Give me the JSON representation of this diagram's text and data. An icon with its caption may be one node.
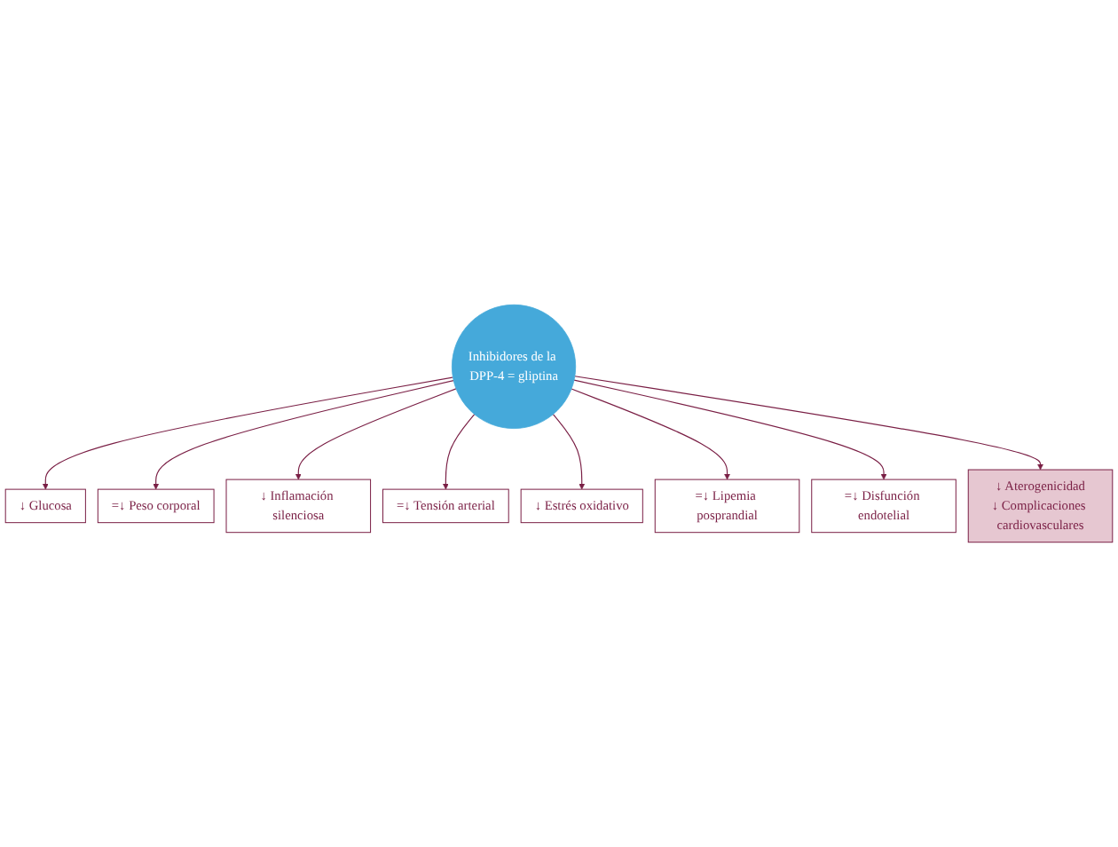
{
  "diagram": {
    "nodes": [
      {
        "text": [
          "Inhibidores de la DPP-4 = gliptina"
        ]
      },
      {
        "text": [
          "↓ Glucosa"
        ]
      },
      {
        "text": [
          "=↓ Peso corporal"
        ]
      },
      {
        "text": [
          "↓ Inflamación silenciosa"
        ]
      },
      {
        "text": [
          "=↓ Tensión arterial"
        ]
      },
      {
        "text": [
          "↓ Estrés oxidativo"
        ]
      },
      {
        "text": [
          "=↓ Lipemia posprandial"
        ]
      },
      {
        "text": [
          "=↓ Disfunción endotelial"
        ]
      },
      {
        "text": [
          "↓ Aterogenicidad",
          "↓ Complicaciones cardiovasculares"
        ]
      }
    ],
    "edges": [
      {
        "from": 0,
        "to": 1,
        "arrow": "to"
      },
      {
        "from": 0,
        "to": 2,
        "arrow": "to"
      },
      {
        "from": 0,
        "to": 3,
        "arrow": "to"
      },
      {
        "from": 0,
        "to": 4,
        "arrow": "to"
      },
      {
        "from": 0,
        "to": 5,
        "arrow": "to"
      },
      {
        "from": 0,
        "to": 6,
        "arrow": "to"
      },
      {
        "from": 0,
        "to": 7,
        "arrow": "to"
      },
      {
        "from": 0,
        "to": 8,
        "arrow": "to"
      }
    ]
  }
}
